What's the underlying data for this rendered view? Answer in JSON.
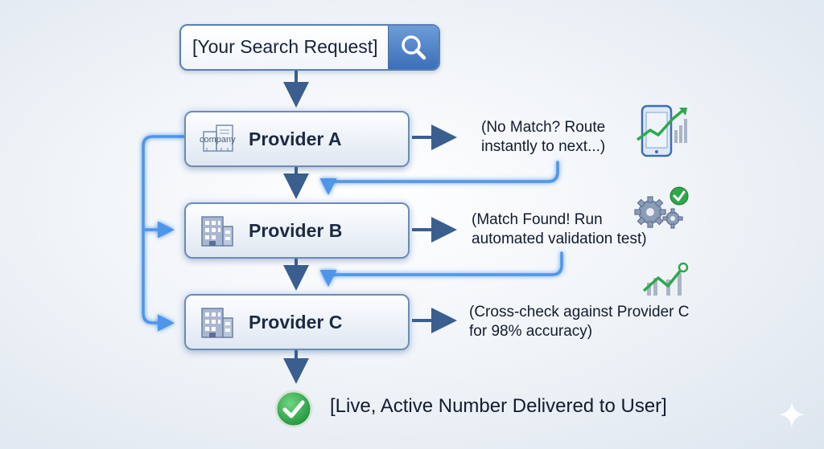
{
  "search": {
    "label": "[Your Search Request]",
    "icon": "magnifier-icon"
  },
  "providers": [
    {
      "name": "Provider A",
      "icon_text": "company",
      "icon": "company-building-icon"
    },
    {
      "name": "Provider B",
      "icon": "building-icon"
    },
    {
      "name": "Provider C",
      "icon": "building-icon"
    }
  ],
  "notes": [
    {
      "line1": "(No Match? Route",
      "line2": "instantly to next...)",
      "icon": "phone-growth-icon"
    },
    {
      "line1": "(Match Found! Run",
      "line2": "automated validation test)",
      "icon": "gears-check-icon"
    },
    {
      "line1": "(Cross-check against Provider C",
      "line2": "for 98% accuracy)",
      "icon": "growth-chart-icon"
    }
  ],
  "result": {
    "label": "[Live, Active Number Delivered to User]",
    "icon": "green-check-icon"
  },
  "colors": {
    "arrow": "#3a5f8f",
    "glow": "#4f95ea",
    "check": "#2ea84a",
    "accent": "#3b6fb8"
  }
}
